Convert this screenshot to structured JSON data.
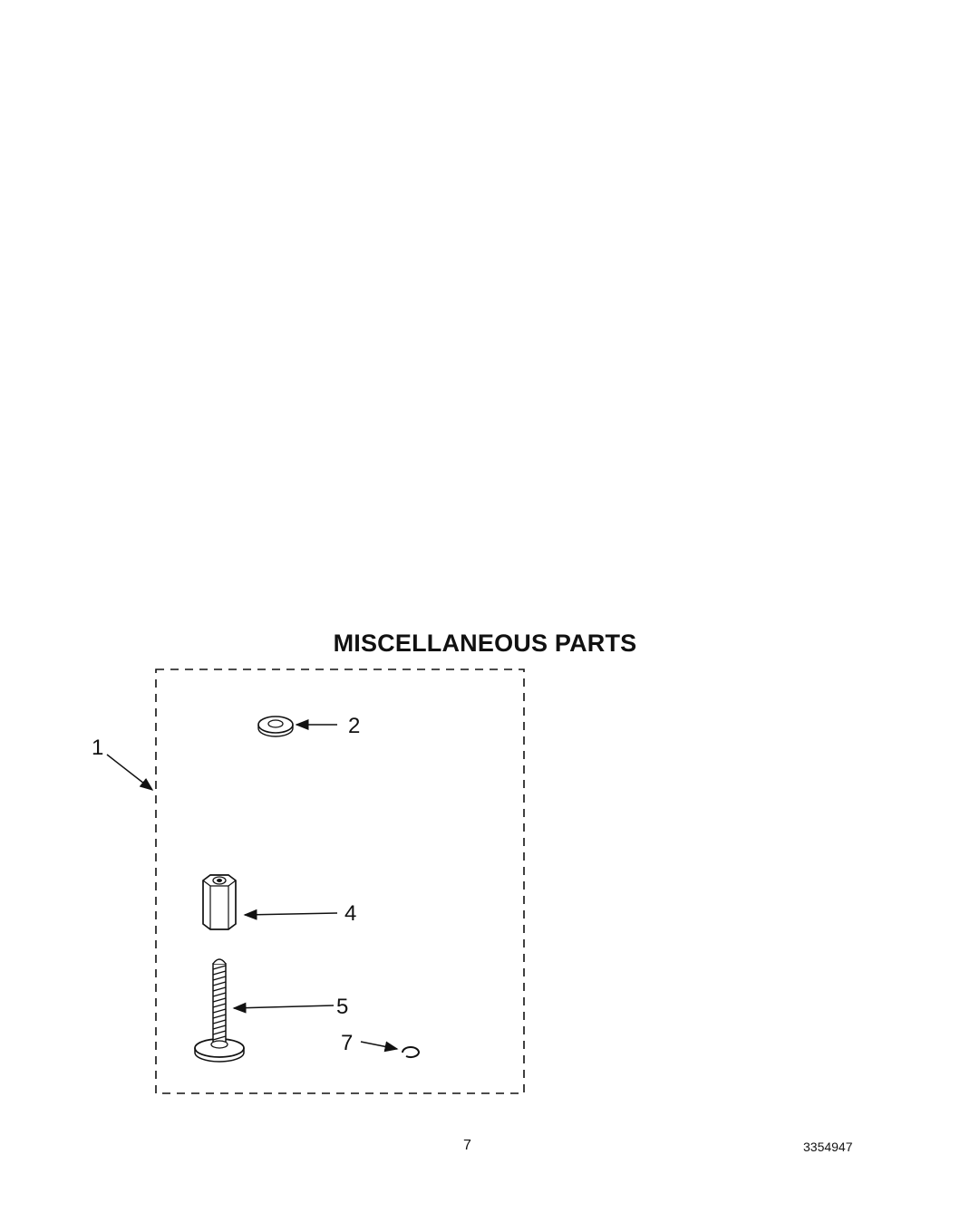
{
  "title": "MISCELLANEOUS PARTS",
  "callouts": {
    "kit": "1",
    "washer": "2",
    "nut": "4",
    "bolt": "5",
    "clip": "7"
  },
  "footer": {
    "page_number": "7",
    "document_number": "3354947"
  }
}
